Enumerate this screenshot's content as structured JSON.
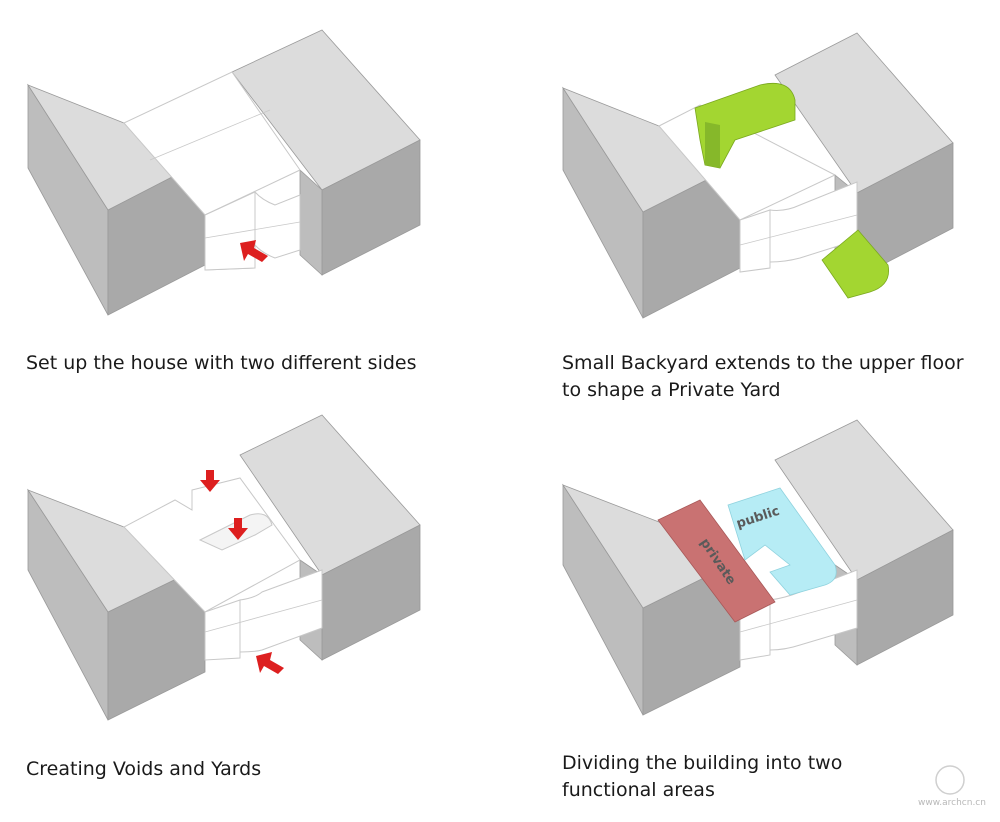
{
  "colors": {
    "block_top": "#dcdcdc",
    "block_left": "#bdbdbd",
    "block_right": "#a9a9a9",
    "house_white": "#ffffff",
    "house_stroke": "#c8c8c8",
    "arrow_red": "#dd1f1f",
    "yard_green": "#a3d631",
    "private_red": "#c97272",
    "public_blue": "#b6ecf5"
  },
  "panels": [
    {
      "caption": "Set up the house with two different sides"
    },
    {
      "caption": "Small Backyard extends to the upper floor to shape a Private Yard"
    },
    {
      "caption": "Creating Voids and Yards"
    },
    {
      "caption": "Dividing the building into two functional areas"
    }
  ],
  "labels": {
    "private": "private",
    "public": "public"
  },
  "watermark": {
    "text": "www.archcn.cn"
  }
}
